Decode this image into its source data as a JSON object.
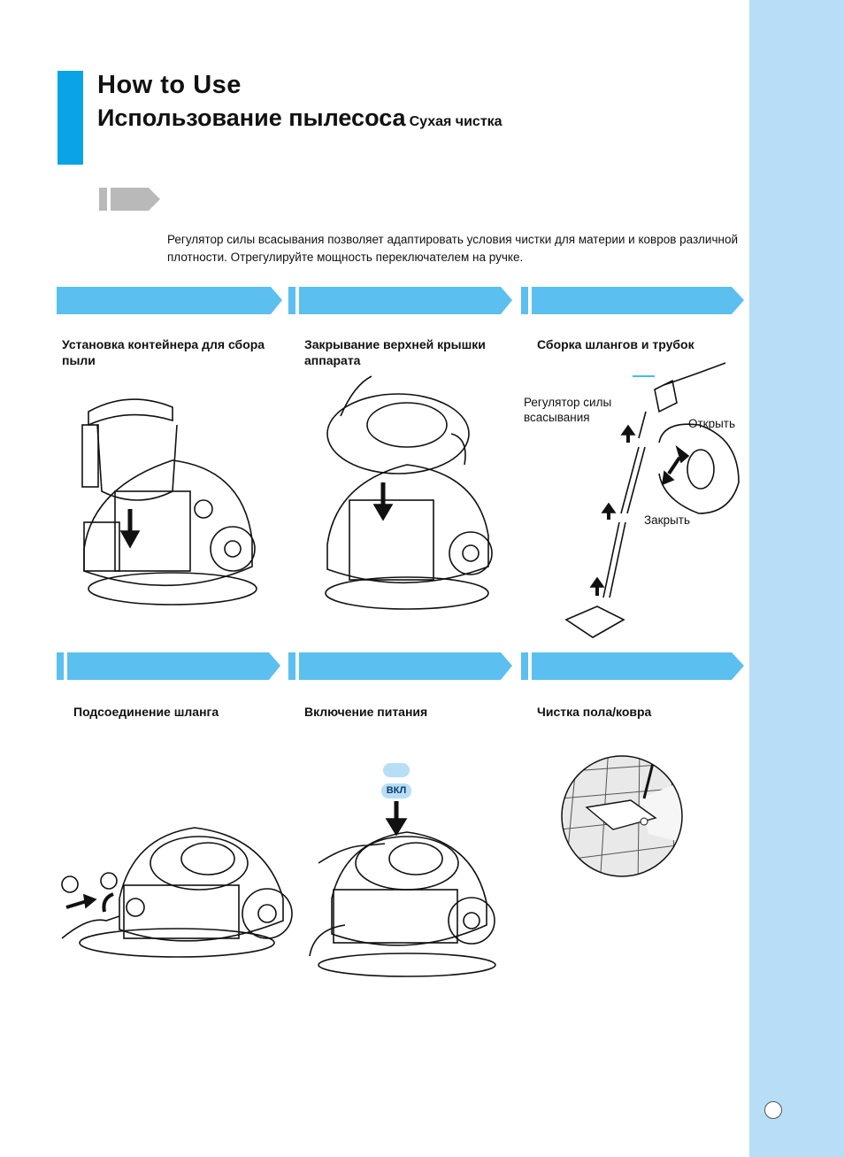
{
  "header": {
    "title_en": "How to Use",
    "title_ru": "Использование пылесоса",
    "subtitle_ru": "Сухая чистка"
  },
  "intro": {
    "text": "Регулятор силы всасывания позволяет адаптировать условия чистки для материи и ковров различной плотности. Отрегулируйте мощность переключателем на ручке."
  },
  "steps": [
    {
      "label": "Установка контейнера для сбора пыли"
    },
    {
      "label": "Закрывание верхней крышки аппарата"
    },
    {
      "label": "Сборка шлангов и трубок"
    },
    {
      "label": "Подсоединение шланга"
    },
    {
      "label": "Включение питания"
    },
    {
      "label": "Чистка пола/ковра"
    }
  ],
  "callouts": {
    "suction_regulator": "Регулятор силы всасывания",
    "open": "Открыть",
    "close": "Закрыть",
    "power_on": "ВКЛ"
  },
  "colors": {
    "accent_blue": "#0aa3e6",
    "step_bar_blue": "#5bbfef",
    "side_strip": "#b8def7"
  }
}
